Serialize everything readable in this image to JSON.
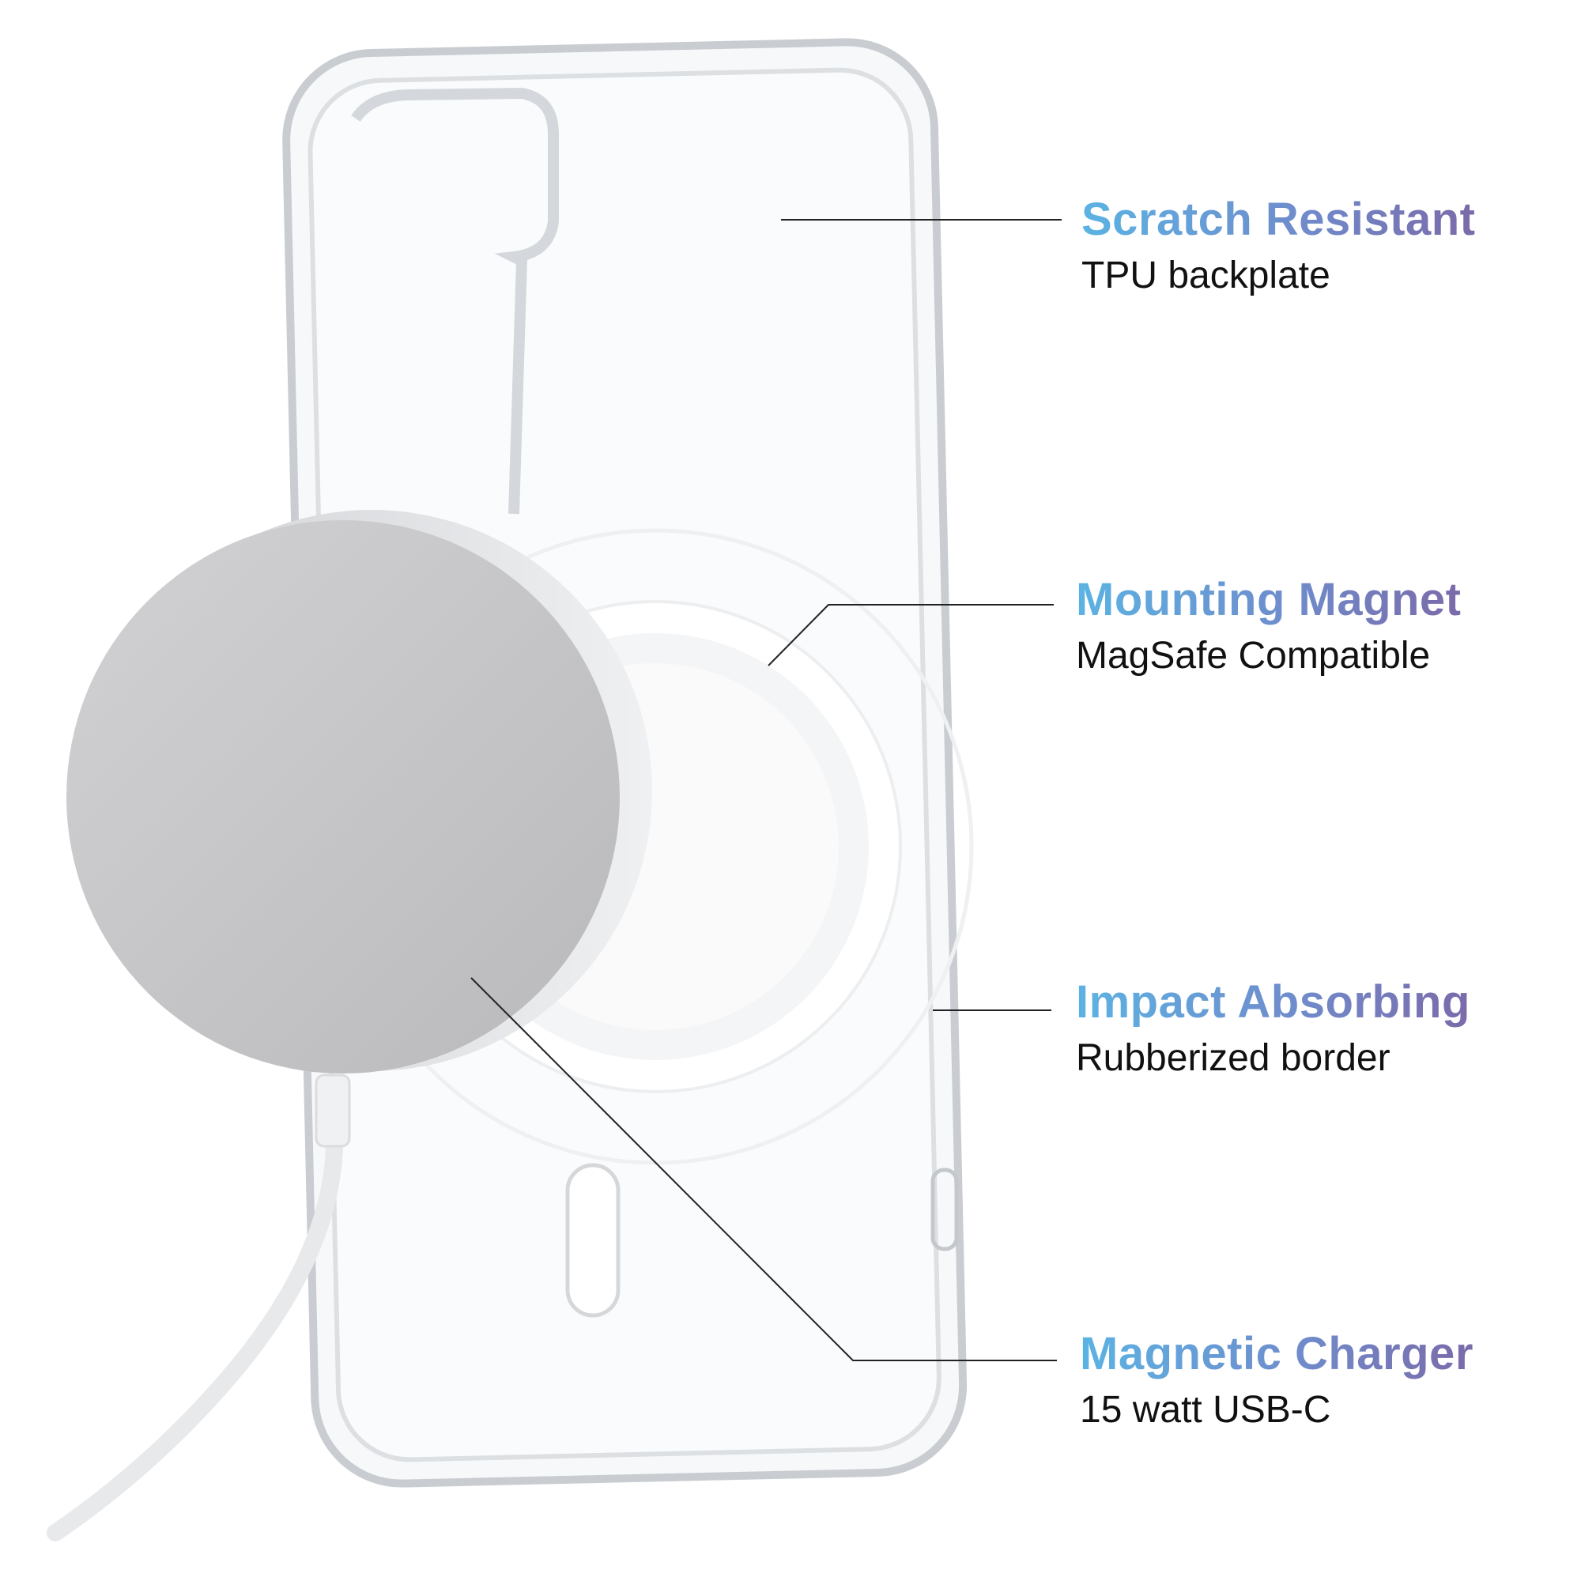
{
  "features": [
    {
      "title": "Scratch Resistant",
      "subtitle": "TPU backplate"
    },
    {
      "title": "Mounting Magnet",
      "subtitle": "MagSafe Compatible"
    },
    {
      "title": "Impact Absorbing",
      "subtitle": "Rubberized border"
    },
    {
      "title": "Magnetic Charger",
      "subtitle": "15 watt USB-C"
    }
  ],
  "colors": {
    "title_gradient_start": "#5bb3e3",
    "title_gradient_end": "#7b6aa9",
    "subtitle": "#111111"
  }
}
